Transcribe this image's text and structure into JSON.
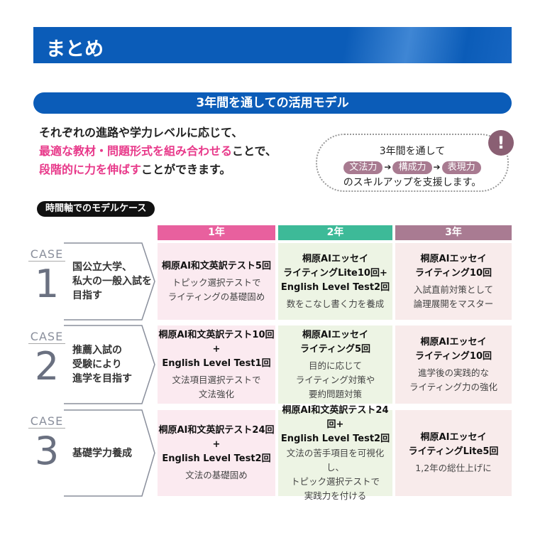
{
  "header": {
    "title": "まとめ"
  },
  "subtitle": "3年間を通しての活用モデル",
  "intro": {
    "line1": "それぞれの進路や学力レベルに応じて、",
    "line2_pink": "最適な教材・問題形式を組み合わせる",
    "line2_rest": "ことで、",
    "line3_pink": "段階的に力を伸ばす",
    "line3_rest": "ことができます。"
  },
  "bubble": {
    "top": "3年間を通して",
    "skills": [
      "文法力",
      "構成力",
      "表現力"
    ],
    "bottom": "のスキルアップを支援します。",
    "icon": "exclamation-icon"
  },
  "timeline_label": "時間軸でのモデルケース",
  "years": [
    {
      "label": "1年",
      "color": "#e8609e"
    },
    {
      "label": "2年",
      "color": "#3dba98"
    },
    {
      "label": "3年",
      "color": "#a97b92"
    }
  ],
  "cases": [
    {
      "case": "CASE",
      "num": "1",
      "title": [
        "国公立大学、",
        "私大の一般入試を",
        "目指す"
      ],
      "cells": [
        {
          "bold": [
            "桐原AI和文英訳テスト5回"
          ],
          "desc": [
            "トピック選択テストで",
            "ライティングの基礎固め"
          ]
        },
        {
          "bold": [
            "桐原AIエッセイ",
            "ライティングLite10回+",
            "English Level Test2回"
          ],
          "desc": [
            "数をこなし書く力を養成"
          ]
        },
        {
          "bold": [
            "桐原AIエッセイ",
            "ライティング10回"
          ],
          "desc": [
            "入試直前対策として",
            "論理展開をマスター"
          ]
        }
      ]
    },
    {
      "case": "CASE",
      "num": "2",
      "title": [
        "推薦入試の",
        "受験により",
        "進学を目指す"
      ],
      "cells": [
        {
          "bold": [
            "桐原AI和文英訳テスト10回+",
            "English Level Test1回"
          ],
          "desc": [
            "文法項目選択テストで",
            "文法強化"
          ]
        },
        {
          "bold": [
            "桐原AIエッセイ",
            "ライティング5回"
          ],
          "desc": [
            "目的に応じて",
            "ライティング対策や",
            "要約問題対策"
          ]
        },
        {
          "bold": [
            "桐原AIエッセイ",
            "ライティング10回"
          ],
          "desc": [
            "進学後の実践的な",
            "ライティング力の強化"
          ]
        }
      ]
    },
    {
      "case": "CASE",
      "num": "3",
      "title": [
        "基礎学力養成"
      ],
      "cells": [
        {
          "bold": [
            "桐原AI和文英訳テスト24回+",
            "English Level Test2回"
          ],
          "desc": [
            "文法の基礎固め"
          ]
        },
        {
          "bold": [
            "桐原AI和文英訳テスト24回+",
            "English Level Test2回"
          ],
          "desc": [
            "文法の苦手項目を可視化し、",
            "トピック選択テストで",
            "実践力を付ける"
          ]
        },
        {
          "bold": [
            "桐原AIエッセイ",
            "ライティングLite5回"
          ],
          "desc": [
            "1,2年の総仕上げに"
          ]
        }
      ]
    }
  ],
  "cell_colors": [
    "#fbeaf0",
    "#edf4e4",
    "#f8ebeb"
  ]
}
